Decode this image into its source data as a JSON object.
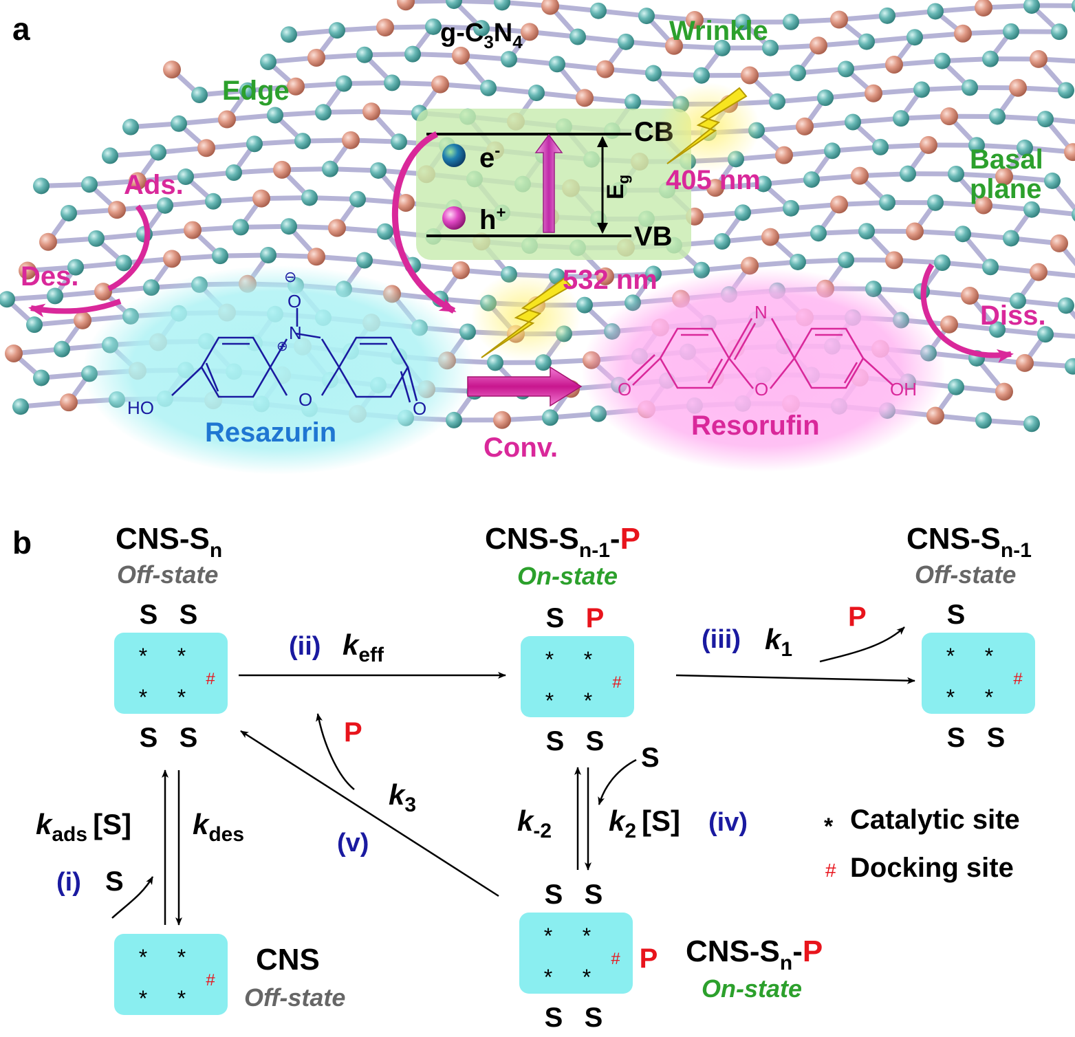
{
  "colors": {
    "green_label": "#2ca02c",
    "magenta": "#d9289a",
    "navy": "#1a1aa0",
    "red": "#e8141c",
    "gray": "#666666",
    "cyan_box": "#8aeef0",
    "atom_c": "#e09a86",
    "atom_n": "#69b9b6",
    "bond": "#b5b3d6",
    "band_green": "#c8ecb0",
    "resazurin_glow": "#aef2f4",
    "resorufin_glow": "#ffb3f2"
  },
  "panel_a": {
    "label": "a",
    "material": "g-C3N4",
    "material_main": "g-C",
    "material_sub1": "3",
    "material_mid": "N",
    "material_sub2": "4",
    "edge": "Edge",
    "wrinkle": "Wrinkle",
    "basal_line1": "Basal",
    "basal_line2": "plane",
    "ads": "Ads.",
    "des": "Des.",
    "diss": "Diss.",
    "conv": "Conv.",
    "cb": "CB",
    "vb": "VB",
    "electron": "e",
    "electron_sup": "-",
    "hole": "h",
    "hole_sup": "+",
    "eg_main": "E",
    "eg_sub": "g",
    "wl1": "405 nm",
    "wl2": "532 nm",
    "resazurin": "Resazurin",
    "resorufin": "Resorufin",
    "mol_ho": "HO",
    "mol_o": "O",
    "mol_n": "N",
    "mol_oh": "OH",
    "mol_minus": "⊖",
    "mol_plus": "⊕"
  },
  "panel_b": {
    "label": "b",
    "species": {
      "cns_sn": {
        "main": "CNS-S",
        "sub": "n",
        "p": "",
        "state": "Off-state"
      },
      "cns_sn1_p": {
        "main": "CNS-S",
        "sub": "n-1",
        "p": "P",
        "state": "On-state"
      },
      "cns_sn1": {
        "main": "CNS-S",
        "sub": "n-1",
        "p": "",
        "state": "Off-state"
      },
      "cns": {
        "main": "CNS",
        "state": "Off-state"
      },
      "cns_sn_p": {
        "main": "CNS-S",
        "sub": "n",
        "p": "P",
        "state": "On-state"
      }
    },
    "s": "S",
    "p": "P",
    "star": "*",
    "hash": "#",
    "steps": {
      "i": "(i)",
      "ii": "(ii)",
      "iii": "(iii)",
      "iv": "(iv)",
      "v": "(v)"
    },
    "rates": {
      "k": "k",
      "eff": "eff",
      "one": "1",
      "ads": "ads",
      "des": "des",
      "minus2": "-2",
      "two": "2",
      "three": "3",
      "conc": "[S]"
    },
    "legend": {
      "catalytic_symbol": "*",
      "catalytic": "Catalytic site",
      "docking_symbol": "#",
      "docking": "Docking site"
    }
  }
}
